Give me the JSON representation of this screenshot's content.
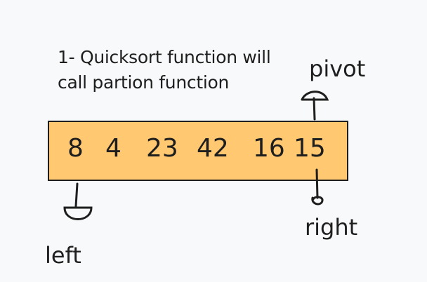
{
  "note": {
    "line1": "1- Quicksort function will",
    "line2": "call partion function"
  },
  "array": {
    "values": [
      "8",
      "4",
      "23",
      "42",
      "16",
      "15"
    ],
    "fill_color": "#ffc871",
    "stroke_color": "#1e1e1e"
  },
  "pointers": {
    "pivot": "pivot",
    "right": "right",
    "left": "left"
  }
}
